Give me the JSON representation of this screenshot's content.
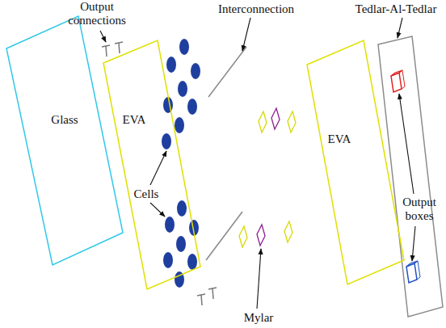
{
  "diagram": {
    "nodes": [
      {
        "text": [
          "Glass"
        ]
      },
      {
        "text": [
          "EVA"
        ]
      },
      {
        "text": [
          "EVA"
        ]
      }
    ],
    "labels": [
      "Output connections",
      "Interconnection",
      "Tedlar-Al-Tedlar",
      "Cells",
      "Output boxes",
      "Mylar"
    ]
  }
}
